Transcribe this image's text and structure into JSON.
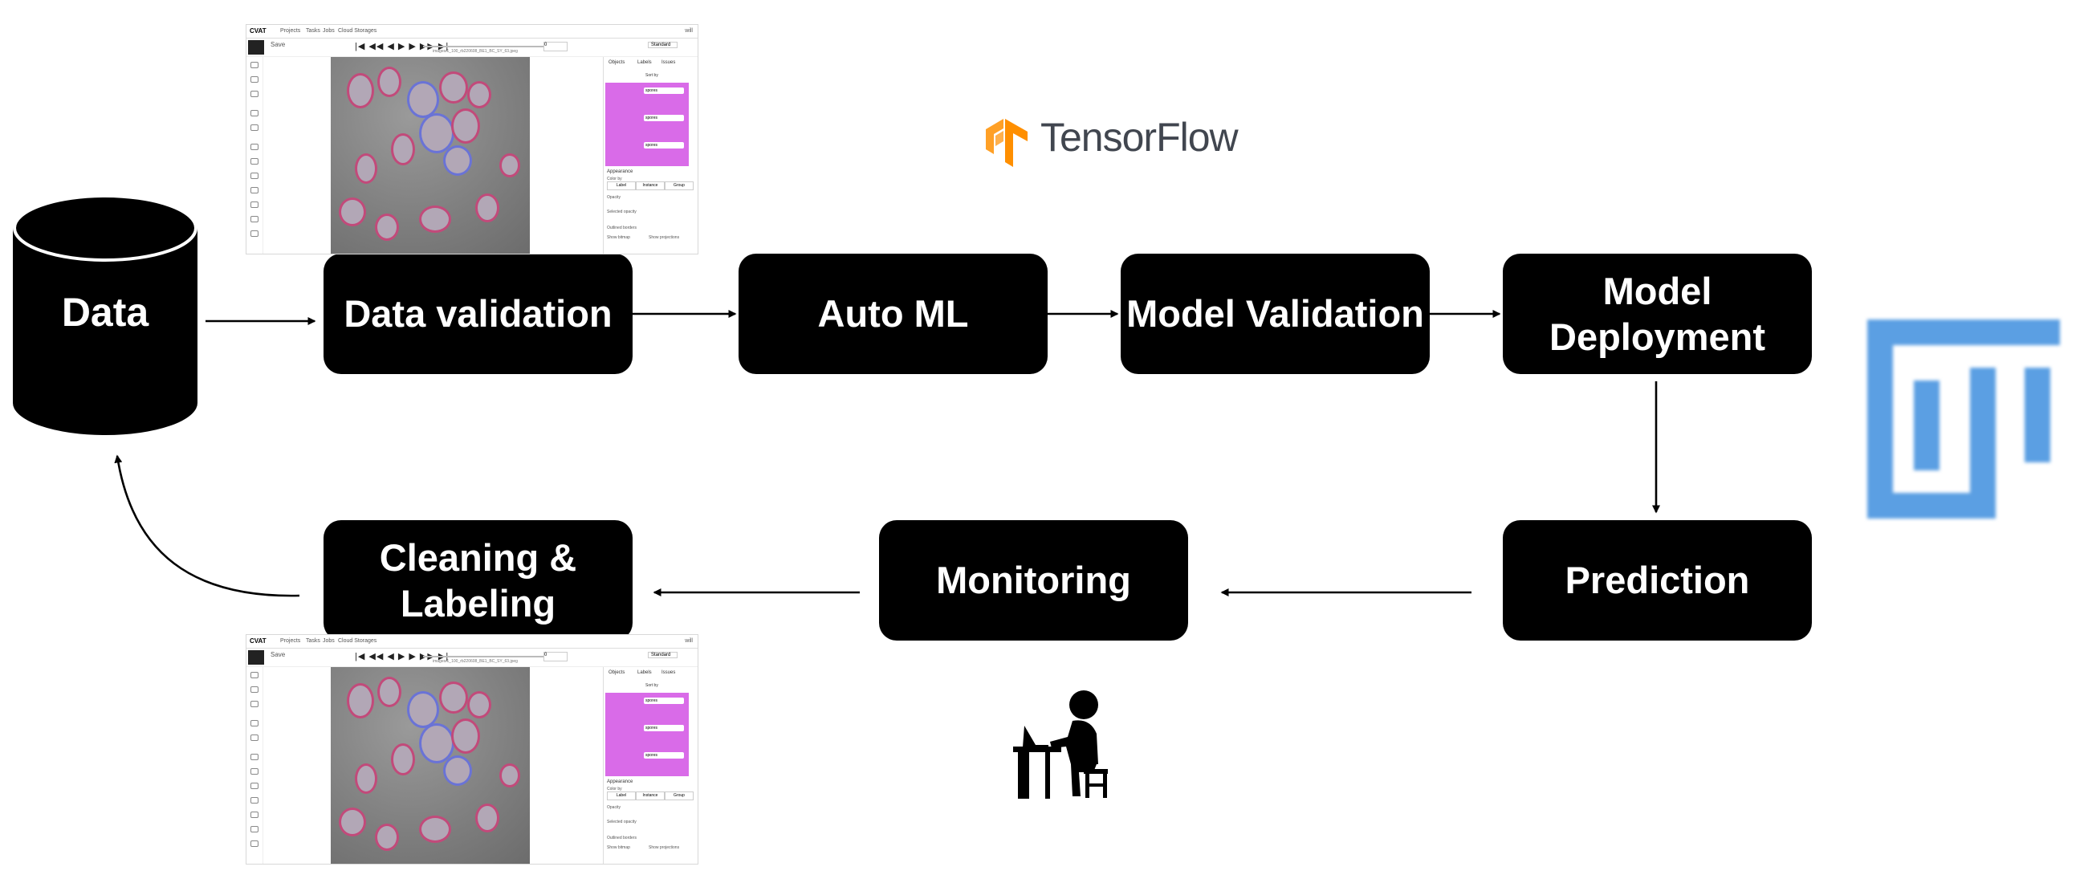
{
  "steps": {
    "data": "Data",
    "data_validation": "Data validation",
    "auto_ml": "Auto ML",
    "model_validation": "Model Validation",
    "model_deployment": "Model\nDeployment",
    "prediction": "Prediction",
    "monitoring": "Monitoring",
    "cleaning_labeling": "Cleaning &\nLabeling"
  },
  "tensorflow": {
    "name": "TensorFlow",
    "color": "#ff8f00"
  },
  "fiji_logo": {
    "color": "#5b9fe3"
  },
  "cvat_screenshot": {
    "logo": "CVAT",
    "menu": [
      "Projects",
      "Tasks",
      "Jobs",
      "Cloud Storages"
    ],
    "user": "will",
    "save": "Save",
    "player": "|◀ ◀◀ ◀ ▶ ▶ ▶▶ ▶|",
    "filename": "images/1_100_rb220608_BE1_BC_SY_63.jpeg",
    "frame": "0",
    "workspace": "Standard",
    "tabs": [
      "Objects",
      "Labels",
      "Issues"
    ],
    "sort_by": "Sort by",
    "objects": [
      "spores",
      "spores",
      "spores"
    ],
    "appearance": "Appearance",
    "color_by": [
      "Label",
      "Instance",
      "Group"
    ],
    "options": [
      "Color by",
      "Opacity",
      "Selected opacity",
      "Outlined borders",
      "Show bitmap",
      "Show projections"
    ]
  }
}
